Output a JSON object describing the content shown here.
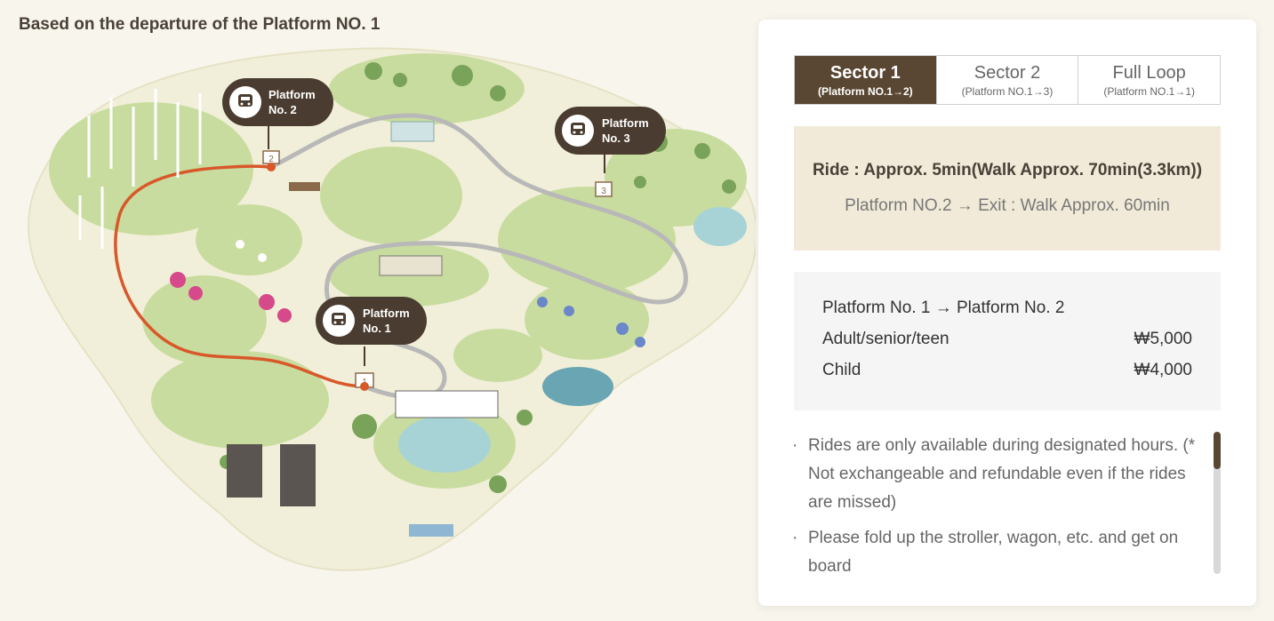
{
  "map": {
    "title": "Based on the departure of the Platform NO. 1",
    "platforms": [
      {
        "line1": "Platform",
        "line2": "No. 1"
      },
      {
        "line1": "Platform",
        "line2": "No. 2"
      },
      {
        "line1": "Platform",
        "line2": "No. 3"
      }
    ],
    "station_numbers": [
      "1",
      "2",
      "3"
    ]
  },
  "tabs": [
    {
      "label": "Sector 1",
      "sub": "(Platform NO.1→2)",
      "active": true
    },
    {
      "label": "Sector 2",
      "sub": "(Platform NO.1→3)",
      "active": false
    },
    {
      "label": "Full Loop",
      "sub": "(Platform NO.1→1)",
      "active": false
    }
  ],
  "ride": {
    "main": "Ride : Approx. 5min(Walk Approx. 70min(3.3km))",
    "sub": "Platform NO.2 → Exit : Walk Approx. 60min"
  },
  "price": {
    "route": "Platform No. 1 → Platform No. 2",
    "rows": [
      {
        "label": "Adult/senior/teen",
        "value": "₩5,000"
      },
      {
        "label": "Child",
        "value": "₩4,000"
      }
    ]
  },
  "notes": [
    "Rides are only available during designated hours. (* Not exchangeable and refundable even if the rides are missed)",
    "Please fold up the stroller, wagon, etc. and get on board"
  ],
  "colors": {
    "accent": "#5a4733",
    "ride_bg": "#f1ead8",
    "route_line": "#d8582a",
    "track": "#b8b8b8",
    "grass": "#c9dc9f"
  }
}
